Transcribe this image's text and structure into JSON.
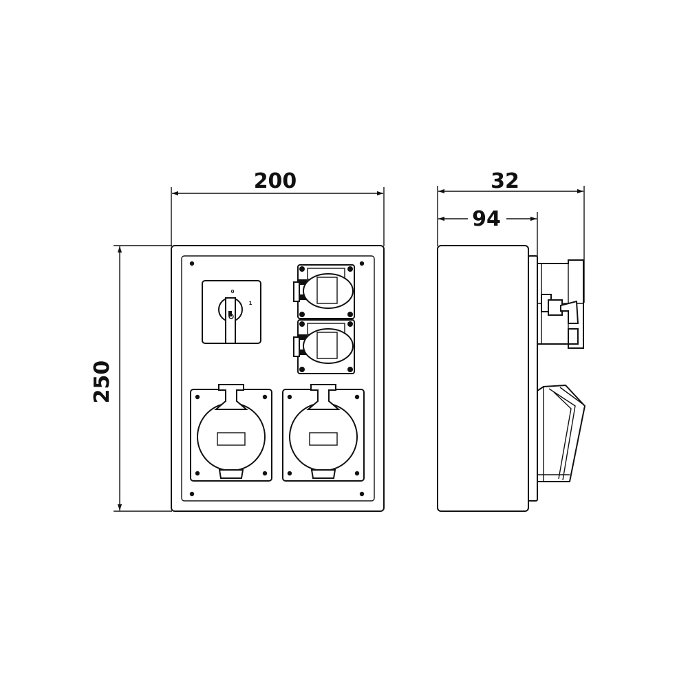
{
  "dimensions": {
    "width": "200",
    "height": "250",
    "depth_total": "32",
    "depth_body": "94"
  },
  "switch": {
    "position_0": "0",
    "position_1": "1"
  },
  "colors": {
    "line": "#111111",
    "background": "#ffffff"
  }
}
